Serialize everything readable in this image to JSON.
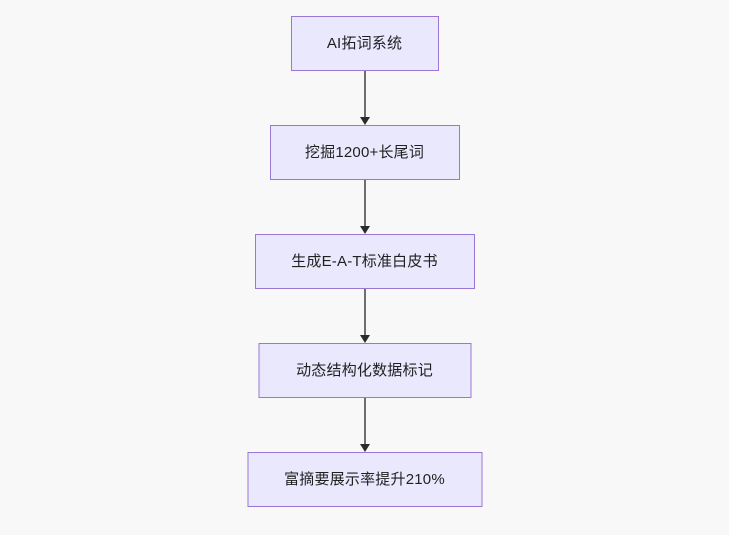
{
  "diagram": {
    "type": "flowchart",
    "orientation": "top-to-bottom",
    "background_color": "#f8f8f8",
    "node_fill_color": "#eae8fd",
    "node_border_color": "#9a77d6",
    "node_text_color": "#1f2020",
    "connector_color": "#6e6e6e",
    "arrowhead_color": "#2b2b2b",
    "nodes": [
      {
        "id": "node-1",
        "label": "AI拓词系统"
      },
      {
        "id": "node-2",
        "label": "挖掘1200+长尾词"
      },
      {
        "id": "node-3",
        "label": "生成E-A-T标准白皮书"
      },
      {
        "id": "node-4",
        "label": "动态结构化数据标记"
      },
      {
        "id": "node-5",
        "label": "富摘要展示率提升210%"
      }
    ],
    "edges": [
      {
        "from": "node-1",
        "to": "node-2",
        "label": ""
      },
      {
        "from": "node-2",
        "to": "node-3",
        "label": ""
      },
      {
        "from": "node-3",
        "to": "node-4",
        "label": ""
      },
      {
        "from": "node-4",
        "to": "node-5",
        "label": ""
      }
    ]
  }
}
